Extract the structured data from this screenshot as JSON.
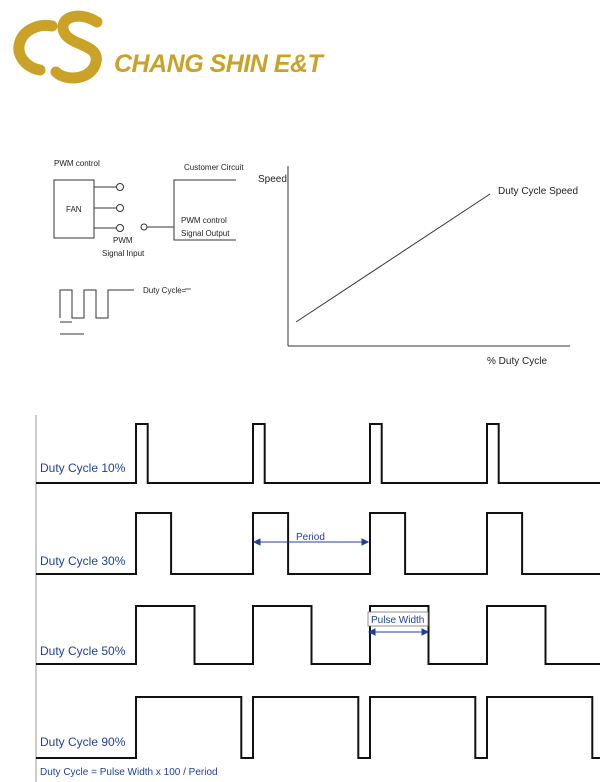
{
  "brand": {
    "name": "CHANG SHIN E&T",
    "color": "#c9a227"
  },
  "schematic": {
    "pwm_control": "PWM control",
    "fan": "FAN",
    "pwm_signal_line1": "PWM",
    "pwm_signal_line2": "Signal Input",
    "customer_circuit": "Customer Circuit",
    "pwm_output_line1": "PWM control",
    "pwm_output_line2": "Signal Output",
    "duty_cycle_formula": "Duty Cycle="
  },
  "speed_chart": {
    "ylabel": "Speed",
    "xlabel": "% Duty Cycle",
    "line_label": "Duty Cycle Speed"
  },
  "waveforms": {
    "rows": [
      {
        "label": "Duty Cycle 10%",
        "duty": 0.1
      },
      {
        "label": "Duty Cycle 30%",
        "duty": 0.3
      },
      {
        "label": "Duty Cycle 50%",
        "duty": 0.5
      },
      {
        "label": "Duty Cycle 90%",
        "duty": 0.9
      }
    ],
    "period_label": "Period",
    "pulse_width_label": "Pulse Width",
    "formula": "Duty Cycle = Pulse Width x 100 / Period",
    "label_color": "#1f3f9c"
  }
}
